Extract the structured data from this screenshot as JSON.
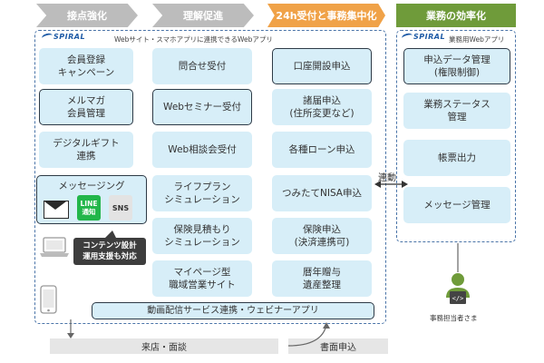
{
  "header": {
    "step1": "接点強化",
    "step2": "理解促進",
    "step3": "24h受付と事務集中化",
    "step4": "業務の効率化"
  },
  "left_panel": {
    "logo": "SPIRAL",
    "title": "Webサイト・スマホアプリに連携できるWebアプリ",
    "col1": {
      "item1": "会員登録\nキャンペーン",
      "item2": "メルマガ\n会員管理",
      "item3": "デジタルギフト\n連携",
      "messaging": {
        "label": "メッセージング",
        "line": "LINE\n通知",
        "sns": "SNS"
      }
    },
    "col2": {
      "item1": "問合せ受付",
      "item2": "Webセミナー受付",
      "item3": "Web相談会受付",
      "item4": "ライフプラン\nシミュレーション",
      "item5": "保険見積もり\nシミュレーション",
      "item6": "マイページ型\n職域営業サイト"
    },
    "col3": {
      "item1": "口座開設申込",
      "item2": "諸届申込\n(住所変更など)",
      "item3": "各種ローン申込",
      "item4": "つみたてNISA申込",
      "item5": "保険申込\n(決済連携可)",
      "item6": "暦年贈与\n遺産整理"
    },
    "bottom_bar": "動画配信サービス連携・ウェビナーアプリ",
    "callout": "コンテンツ設計\n運用支援も対応"
  },
  "right_panel": {
    "logo": "SPIRAL",
    "title": "業務用Webアプリ",
    "item1": "申込データ管理\n(権限制御)",
    "item2": "業務ステータス\n管理",
    "item3": "帳票出力",
    "item4": "メッセージ管理"
  },
  "link_label": "連動",
  "staff_label": "事務担当者さま",
  "bottom": {
    "store": "来店・面談",
    "paper": "書面申込"
  },
  "colors": {
    "header_grey": "#bcbcbc",
    "header_orange": "#f0a248",
    "header_green": "#6f9b3a",
    "box_fill": "#d7eef8",
    "frame": "#4a74a8",
    "callout": "#3d3d3d",
    "line_green": "#22b64a"
  }
}
